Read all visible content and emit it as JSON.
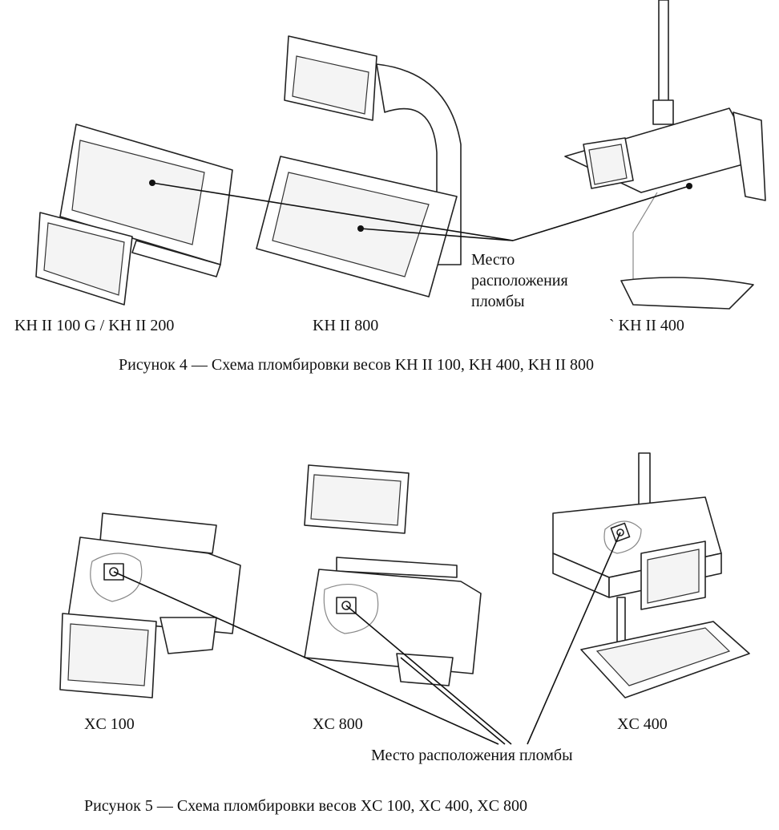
{
  "figure4": {
    "labels": {
      "kh100": "KH II 100 G / KH II 200",
      "kh800": "KH II 800",
      "kh400": "` KH II 400"
    },
    "seal_location_lines": [
      "Место",
      "расположения",
      "пломбы"
    ],
    "caption": "Рисунок 4 — Схема пломбировки весов KH II 100, KH 400, KH II 800"
  },
  "figure5": {
    "labels": {
      "xc100": "XC 100",
      "xc800": "XC 800",
      "xc400": "XC 400"
    },
    "seal_location": "Место  расположения пломбы",
    "caption": "Рисунок 5 — Схема пломбировки весов XC 100, XC 400, XC 800"
  }
}
